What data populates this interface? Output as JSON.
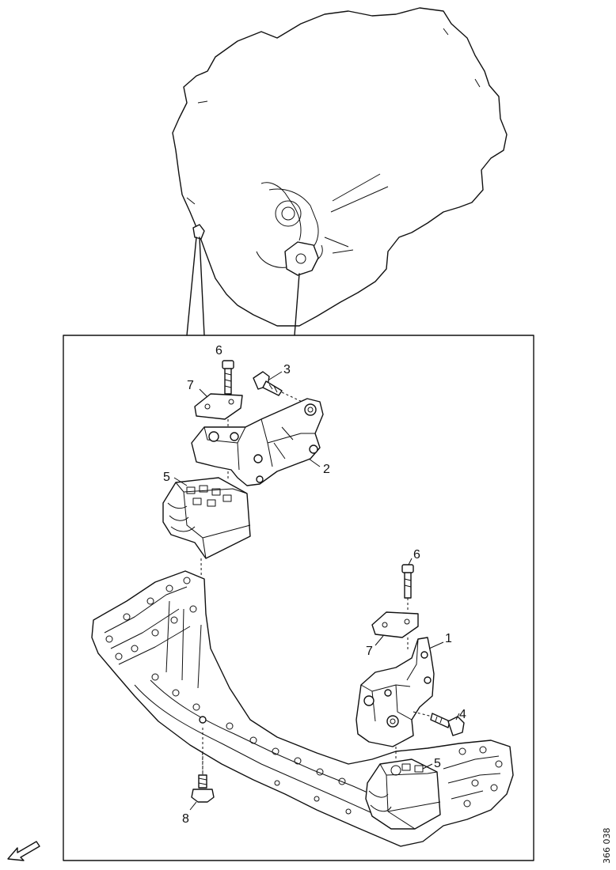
{
  "figure": {
    "reference_code": "366 038",
    "callouts": [
      {
        "id": "c1",
        "label": "1"
      },
      {
        "id": "c2",
        "label": "2"
      },
      {
        "id": "c3",
        "label": "3"
      },
      {
        "id": "c4",
        "label": "4"
      },
      {
        "id": "c5a",
        "label": "5"
      },
      {
        "id": "c5b",
        "label": "5"
      },
      {
        "id": "c6a",
        "label": "6"
      },
      {
        "id": "c6b",
        "label": "6"
      },
      {
        "id": "c7a",
        "label": "7"
      },
      {
        "id": "c7b",
        "label": "7"
      },
      {
        "id": "c8",
        "label": "8"
      }
    ]
  }
}
